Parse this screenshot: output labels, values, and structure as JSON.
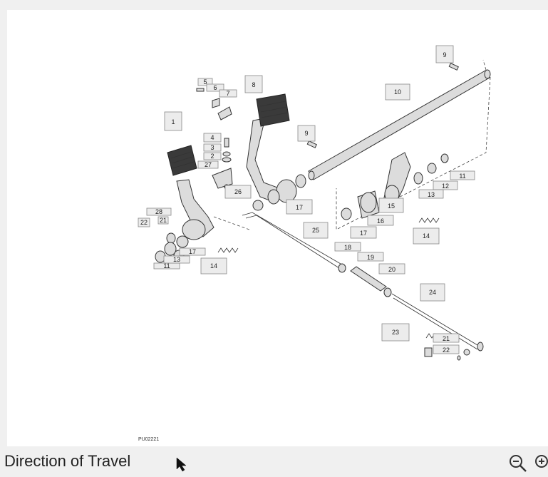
{
  "diagram": {
    "figure_id": "PU02221",
    "callouts": [
      "1",
      "2",
      "3",
      "4",
      "5",
      "6",
      "7",
      "8",
      "9",
      "10",
      "11",
      "12",
      "13",
      "14",
      "15",
      "16",
      "17",
      "18",
      "19",
      "20",
      "21",
      "22",
      "23",
      "24",
      "25",
      "26",
      "27",
      "28"
    ]
  },
  "caption": {
    "text": "Direction of Travel"
  },
  "toolbar": {
    "zoom_out_icon": "zoom-out-icon",
    "zoom_in_icon": "zoom-in-icon"
  },
  "cursor_icon": "arrow-cursor-icon"
}
